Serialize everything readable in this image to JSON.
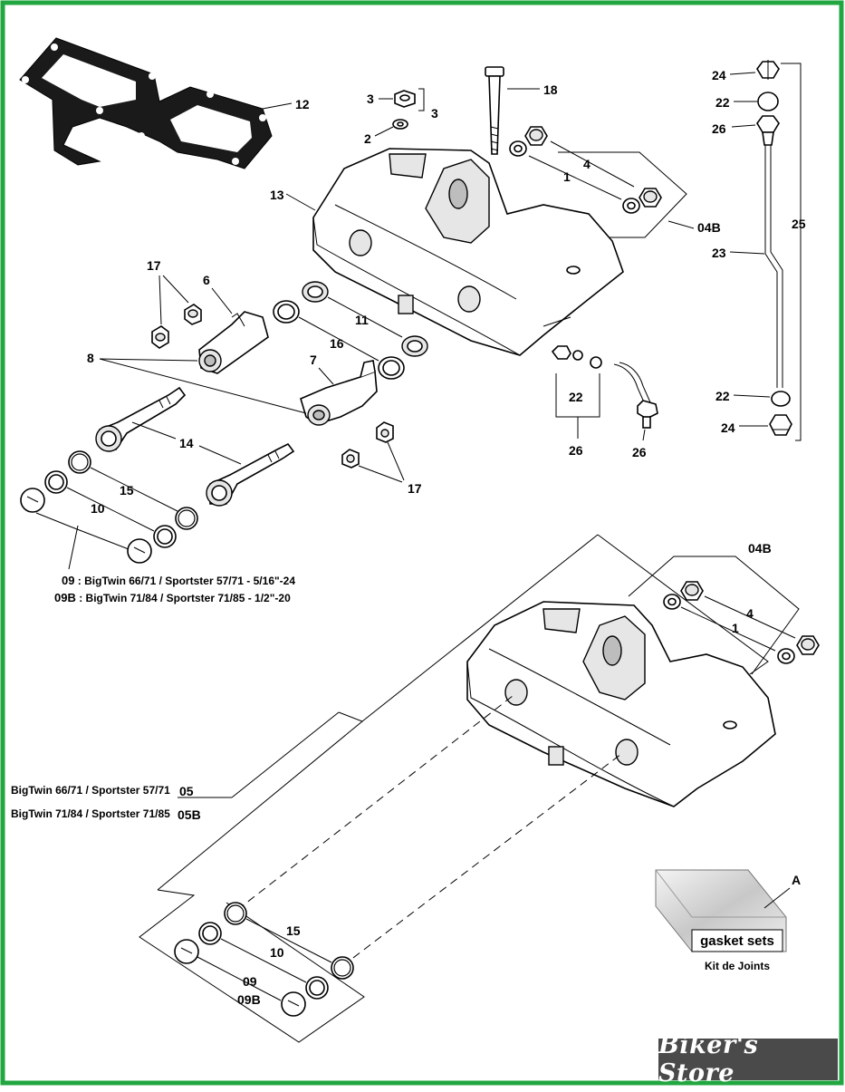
{
  "border_color": "#22a640",
  "callouts": {
    "c12": "12",
    "c3a": "3",
    "c3b": "3",
    "c2": "2",
    "c18": "18",
    "c4": "4",
    "c1": "1",
    "c04B": "04B",
    "c13": "13",
    "c24a": "24",
    "c22a": "22",
    "c26a": "26",
    "c25": "25",
    "c23": "23",
    "c22b": "22",
    "c24b": "24",
    "c17a": "17",
    "c6": "6",
    "c11": "11",
    "c16": "16",
    "c8": "8",
    "c7": "7",
    "c22c": "22",
    "c26b": "26",
    "c26c": "26",
    "c14": "14",
    "c17b": "17",
    "c15": "15",
    "c10": "10",
    "c04Bb": "04B",
    "c4b": "4",
    "c1b": "1",
    "c05": "05",
    "c05B": "05B",
    "cA": "A",
    "c15b": "15",
    "c10b": "10",
    "c09": "09",
    "c09B": "09B"
  },
  "notes": {
    "n09_code": "09",
    "n09_text": " : BigTwin 66/71 / Sportster 57/71 - 5/16\"-24",
    "n09B_code": "09B",
    "n09B_text": " :  BigTwin 71/84 / Sportster 71/85 - 1/2\"-20",
    "n05_text": "BigTwin 66/71 / Sportster 57/71",
    "n05B_text": "BigTwin 71/84 / Sportster 71/85"
  },
  "kit": {
    "title": "gasket sets",
    "subtitle": "Kit de Joints"
  },
  "watermark": "Biker's Store"
}
